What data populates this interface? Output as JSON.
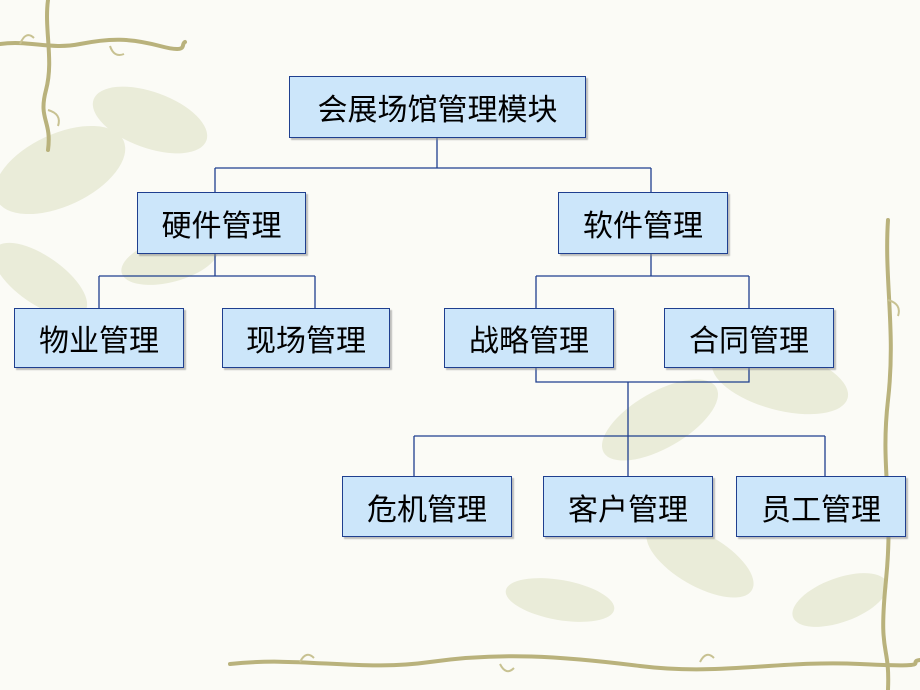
{
  "diagram": {
    "root": "会展场馆管理模块",
    "hardware": "硬件管理",
    "software": "软件管理",
    "property": "物业管理",
    "site": "现场管理",
    "strategy": "战略管理",
    "contract": "合同管理",
    "crisis": "危机管理",
    "customer": "客户管理",
    "staff": "员工管理"
  },
  "colors": {
    "node_fill": "#cce6fa",
    "node_border": "#1f3f8f",
    "connector": "#1f3f8f",
    "vine": "#b9b27c",
    "leaf": "#e3e6cd"
  }
}
